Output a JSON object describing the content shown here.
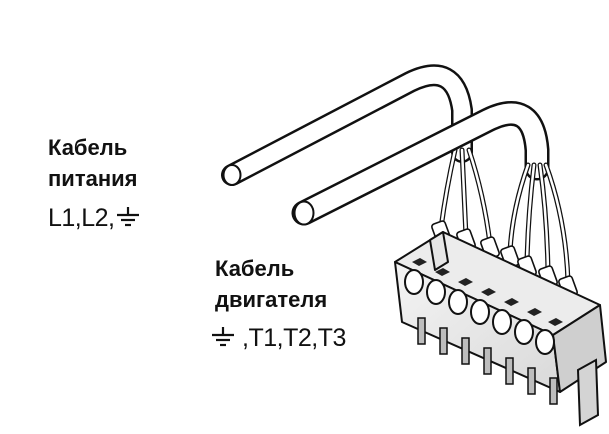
{
  "power_cable": {
    "title_line1": "Кабель",
    "title_line2": "питания",
    "terminals": "L1,L2,",
    "ground_icon": "ground-symbol-icon"
  },
  "motor_cable": {
    "title_line1": "Кабель",
    "title_line2": "двигателя",
    "terminals": ",T1,T2,T3",
    "ground_icon": "ground-symbol-icon"
  },
  "colors": {
    "line": "#111111",
    "background": "#ffffff"
  }
}
